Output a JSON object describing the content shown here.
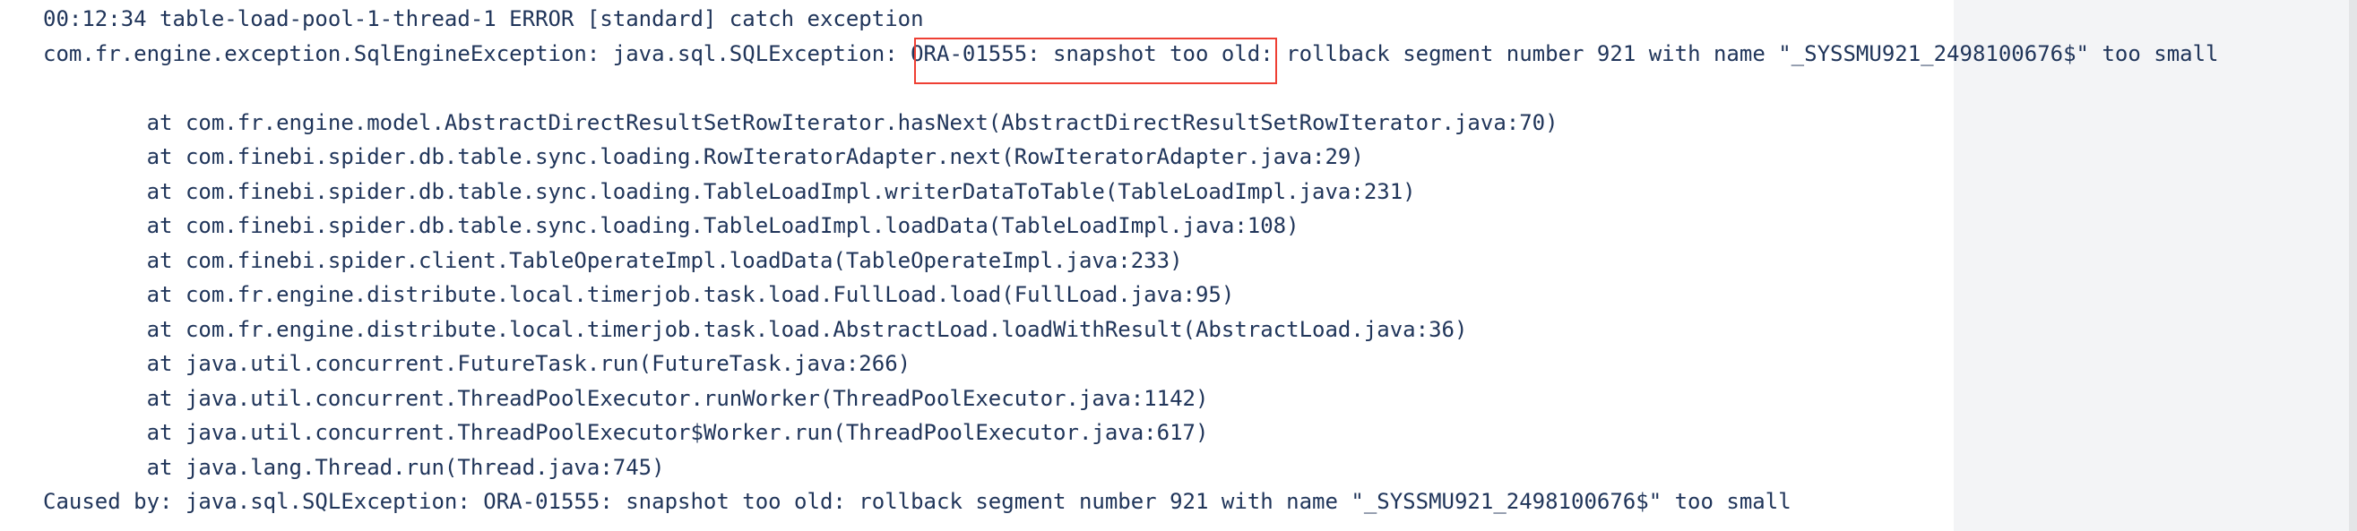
{
  "colors": {
    "page_background": "#ffffff",
    "panel_background": "#f3f4f6",
    "scrollbar_track": "#e4e5e7",
    "log_text": "#20355a",
    "highlight_border": "#ee3f33"
  },
  "log": {
    "header_line": "00:12:34 table-load-pool-1-thread-1 ERROR [standard] catch exception",
    "exception_prefix": "com.fr.engine.exception.SqlEngineException: java.sql.SQLException: ",
    "error_code": "ORA-01555: snapshot too old",
    "exception_suffix": ": rollback segment number 921 with name \"_SYSSMU921_2498100676$\" too small",
    "stack": [
      "        at com.fr.engine.model.AbstractDirectResultSetRowIterator.hasNext(AbstractDirectResultSetRowIterator.java:70)",
      "        at com.finebi.spider.db.table.sync.loading.RowIteratorAdapter.next(RowIteratorAdapter.java:29)",
      "        at com.finebi.spider.db.table.sync.loading.TableLoadImpl.writerDataToTable(TableLoadImpl.java:231)",
      "        at com.finebi.spider.db.table.sync.loading.TableLoadImpl.loadData(TableLoadImpl.java:108)",
      "        at com.finebi.spider.client.TableOperateImpl.loadData(TableOperateImpl.java:233)",
      "        at com.fr.engine.distribute.local.timerjob.task.load.FullLoad.load(FullLoad.java:95)",
      "        at com.fr.engine.distribute.local.timerjob.task.load.AbstractLoad.loadWithResult(AbstractLoad.java:36)",
      "        at java.util.concurrent.FutureTask.run(FutureTask.java:266)",
      "        at java.util.concurrent.ThreadPoolExecutor.runWorker(ThreadPoolExecutor.java:1142)",
      "        at java.util.concurrent.ThreadPoolExecutor$Worker.run(ThreadPoolExecutor.java:617)",
      "        at java.lang.Thread.run(Thread.java:745)"
    ],
    "caused_by": "Caused by: java.sql.SQLException: ORA-01555: snapshot too old: rollback segment number 921 with name \"_SYSSMU921_2498100676$\" too small"
  }
}
